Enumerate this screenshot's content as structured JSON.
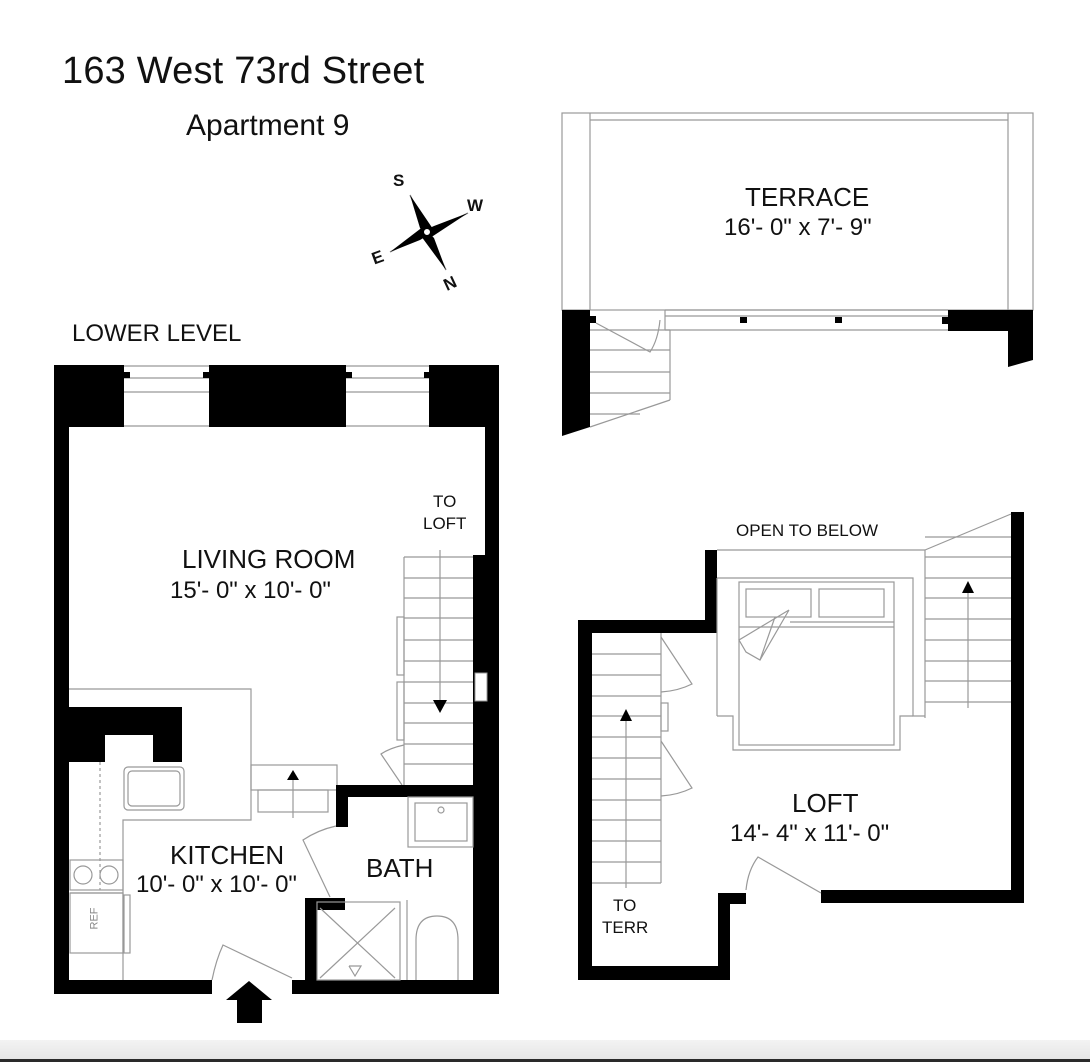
{
  "header": {
    "address": "163 West 73rd  Street",
    "unit": "Apartment 9"
  },
  "compass": {
    "icon": "compass-rose-icon",
    "labels": {
      "north": "N",
      "south": "S",
      "east": "E",
      "west": "W"
    }
  },
  "lower_level": {
    "label": "LOWER LEVEL",
    "rooms": [
      {
        "name": "LIVING ROOM",
        "dimensions": "15'- 0\" x 10'- 0\""
      },
      {
        "name": "KITCHEN",
        "dimensions": "10'- 0\" x 10'- 0\""
      },
      {
        "name": "BATH",
        "dimensions": ""
      }
    ],
    "stair_label": [
      "TO",
      "LOFT"
    ],
    "appliance_label": "REF",
    "entry_icon": "entry-arrow-icon"
  },
  "terrace": {
    "name": "TERRACE",
    "dimensions": "16'- 0\" x 7'- 9\""
  },
  "loft": {
    "name": "LOFT",
    "dimensions": "14'- 4\" x 11'- 0\"",
    "open_to_below": "OPEN TO BELOW",
    "stair_label": [
      "TO",
      "TERR"
    ]
  },
  "colors": {
    "wall": "#000000",
    "line": "#8a8a8a",
    "text": "#111111",
    "background": "#ffffff"
  }
}
